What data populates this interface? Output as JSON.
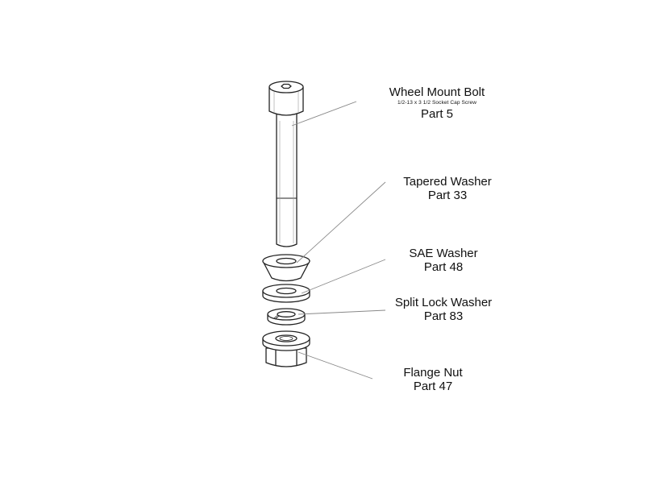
{
  "parts": [
    {
      "id": "bolt",
      "name": "Wheel Mount Bolt",
      "spec": "1/2-13 x 3 1/2 Socket Cap Screw",
      "part": "Part 5"
    },
    {
      "id": "tapered",
      "name": "Tapered Washer",
      "part": "Part 33"
    },
    {
      "id": "sae",
      "name": "SAE Washer",
      "part": "Part 48"
    },
    {
      "id": "lock",
      "name": "Split Lock Washer",
      "part": "Part 83"
    },
    {
      "id": "nut",
      "name": "Flange Nut",
      "part": "Part 47"
    }
  ],
  "colors": {
    "line": "#222222",
    "leader": "#888888",
    "fill": "#ffffff"
  }
}
